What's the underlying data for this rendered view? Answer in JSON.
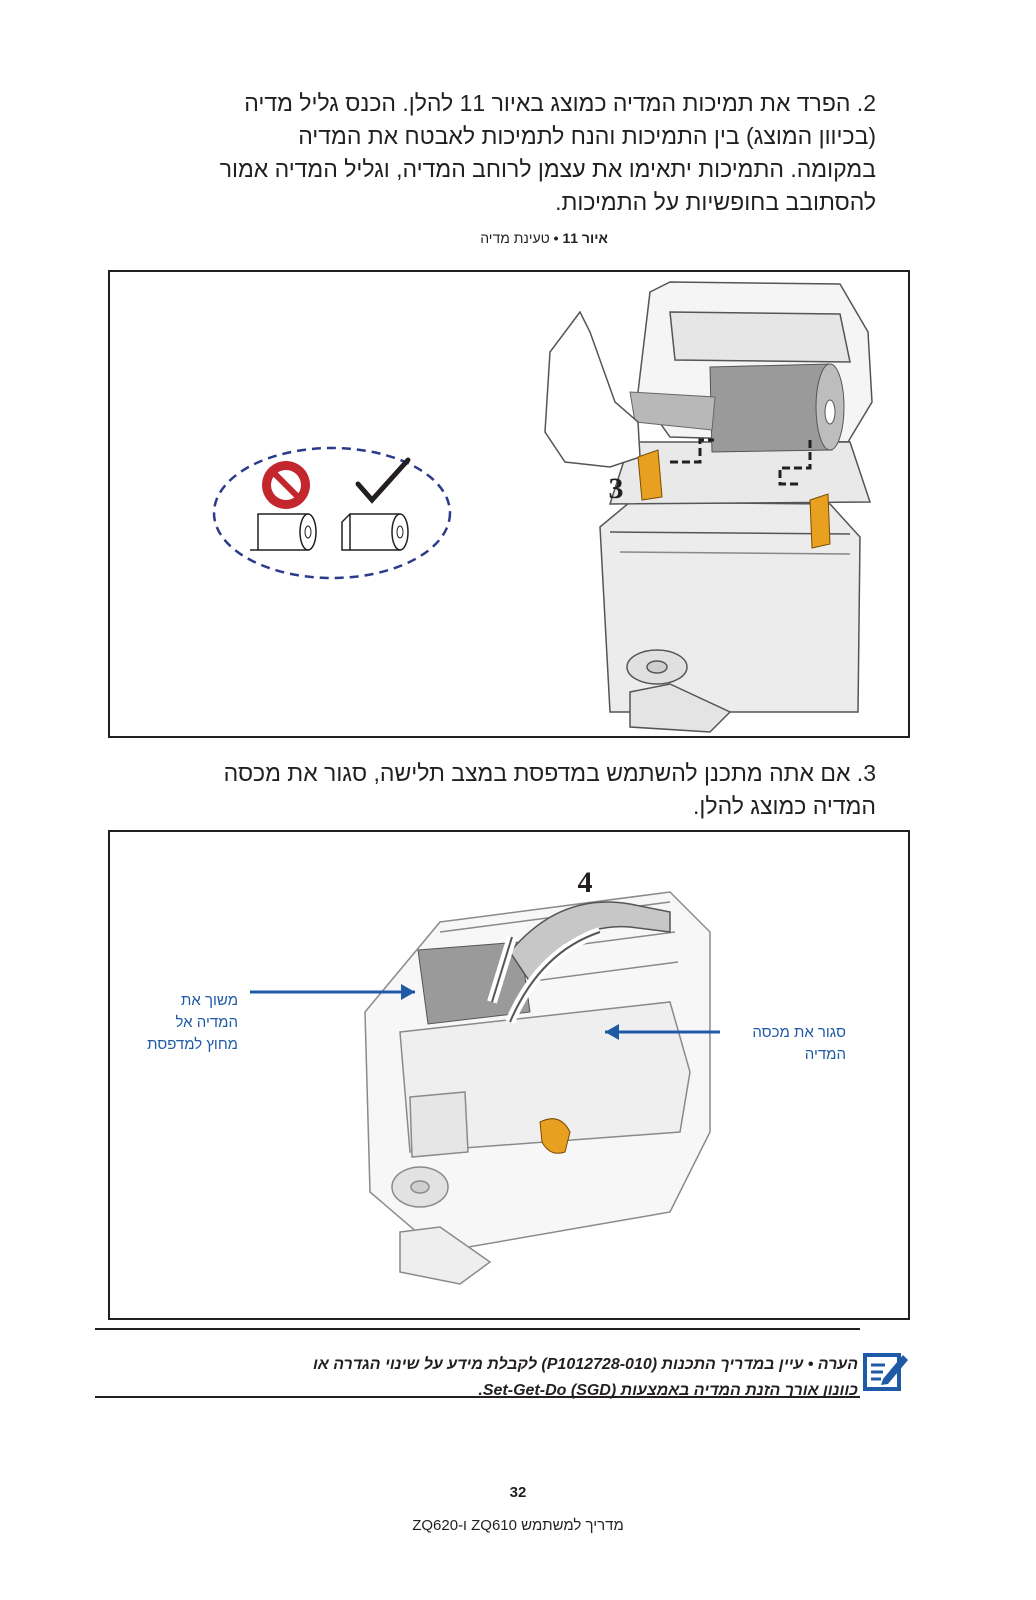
{
  "step2": {
    "lines": [
      "2. הפרד את תמיכות המדיה כמוצג באיור 11 להלן. הכנס גליל מדיה",
      "(בכיוון המוצג) בין התמיכות והנח לתמיכות לאבטח את המדיה",
      "במקומה. התמיכות יתאימו את עצמן לרוחב המדיה, וגליל המדיה אמור",
      "להסתובב בחופשיות על התמיכות."
    ]
  },
  "figure11": {
    "caption_label": "איור 11",
    "caption_sep": " • ",
    "caption_text": "טעינת מדיה",
    "callout_number": "3"
  },
  "step3": {
    "lines": [
      "3. אם אתה מתכנן להשתמש במדפסת במצב תלישה, סגור את מכסה",
      "המדיה כמוצג להלן."
    ]
  },
  "figure12": {
    "callout_number": "4",
    "left_callout": [
      "משוך את",
      "המדיה אל",
      "מחוץ למדפסת"
    ],
    "right_callout": [
      "סגור את מכסה",
      "המדיה"
    ]
  },
  "note": {
    "lines": [
      "הערה • עיין במדריך התכנות (P1012728-010) לקבלת מידע על שינוי הגדרה או",
      "כוונון אורך הזנת המדיה באמצעות Set-Get-Do (SGD)."
    ],
    "icon": "note-pencil-icon"
  },
  "footer": {
    "page_number": "32",
    "manual_title": "מדריך למשתמש ZQ610 ו-ZQ620"
  },
  "colors": {
    "text": "#231f20",
    "callout_blue": "#1f5aa6",
    "accent_orange": "#e8a020",
    "prohibit_red": "#c4262e"
  }
}
